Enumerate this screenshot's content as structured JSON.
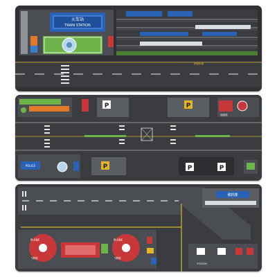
{
  "top_panel": {
    "station_sign_cn": "火车站",
    "station_sign_en": "TRAIN STATION",
    "road_tag": "铁路轨道"
  },
  "middle_panel": {
    "parking_label": "P",
    "police_label": "POLICE",
    "station_tag": "加油站"
  },
  "bottom_panel": {
    "airport_tag_cn": "候机楼",
    "plane_label_left": "PLANE",
    "plane_label_right": "PLANE",
    "plane_sub_left": "飞机场",
    "plane_sub_right": "飞机场",
    "station_label": "STATION"
  },
  "colors": {
    "mat": "#2b2d30",
    "road": "#3a3c3f",
    "lane_yellow": "#d9b23a",
    "lane_white": "#e8e8e8",
    "grass": "#6db34a",
    "sign_blue": "#2a63b6",
    "plane_red": "#c8383a"
  }
}
